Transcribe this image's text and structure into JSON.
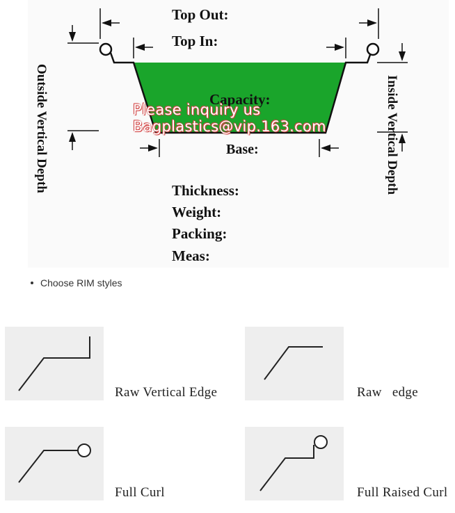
{
  "diagram": {
    "top_out": "Top Out:",
    "top_in": "Top In:",
    "capacity": "Capacity:",
    "base": "Base:",
    "outside_depth": "Outside Vertical Depth",
    "inside_depth": "Inside Vertical Depth",
    "fill_color": "#1aa52b"
  },
  "watermark": {
    "line1": "Please inquiry us",
    "line2": "Bagplastics@vip.163.com"
  },
  "specs": {
    "thickness": "Thickness:",
    "weight": "Weight:",
    "packing": "Packing:",
    "meas": "Meas:"
  },
  "bullet": {
    "text": "Choose RIM styles"
  },
  "rim_styles": [
    {
      "label": "Raw Vertical Edge",
      "icon": "raw-vertical-edge-icon"
    },
    {
      "label": "Raw   edge",
      "icon": "raw-edge-icon"
    },
    {
      "label": "Full Curl",
      "icon": "full-curl-icon"
    },
    {
      "label": "Full Raised Curl",
      "icon": "full-raised-curl-icon"
    }
  ]
}
